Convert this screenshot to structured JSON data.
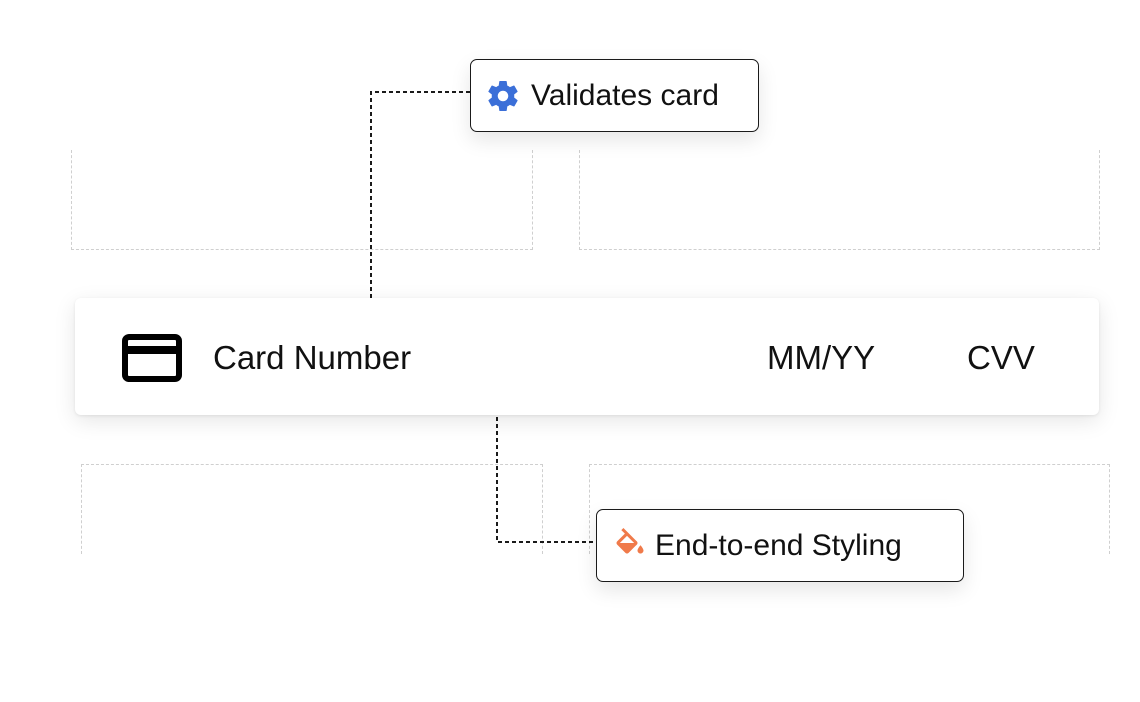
{
  "payment_field": {
    "card_icon": "credit-card-icon",
    "card_number_placeholder": "Card Number",
    "expiry_placeholder": "MM/YY",
    "cvv_placeholder": "CVV"
  },
  "callouts": {
    "validation": {
      "label": "Validates card",
      "icon": "gear-icon",
      "color": "#3b6fd8"
    },
    "styling": {
      "label": "End-to-end Styling",
      "icon": "paint-bucket-icon",
      "color": "#f07a4a"
    }
  }
}
